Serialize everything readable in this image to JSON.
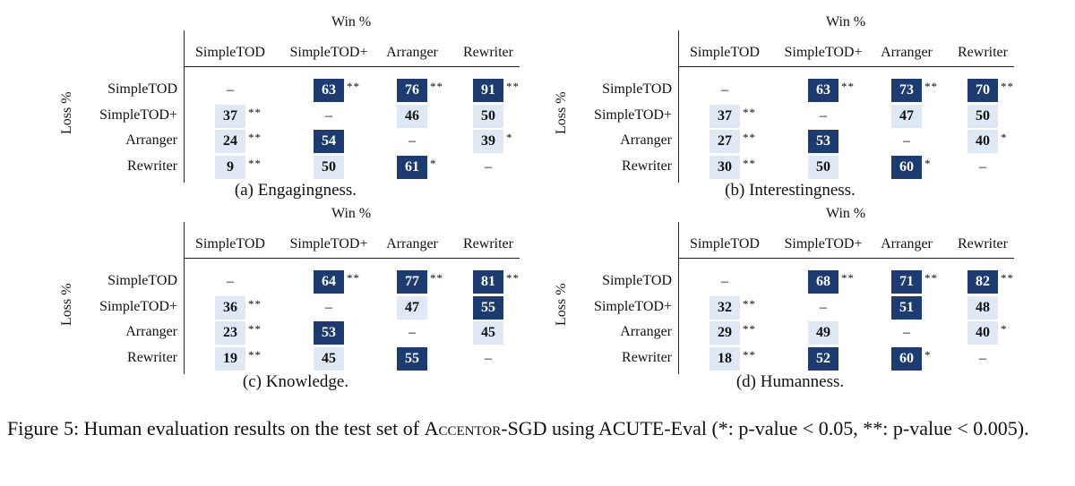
{
  "columns": [
    "SimpleTOD",
    "SimpleTOD+",
    "Arranger",
    "Rewriter"
  ],
  "rows": [
    "SimpleTOD",
    "SimpleTOD+",
    "Arranger",
    "Rewriter"
  ],
  "win_label": "Win %",
  "loss_label": "Loss %",
  "panels": [
    {
      "caption": "(a) Engagingness.",
      "cells": [
        [
          {
            "v": "–",
            "s": "",
            "c": "none"
          },
          {
            "v": "63",
            "s": "**",
            "c": "dark"
          },
          {
            "v": "76",
            "s": "**",
            "c": "dark"
          },
          {
            "v": "91",
            "s": "**",
            "c": "dark"
          }
        ],
        [
          {
            "v": "37",
            "s": "**",
            "c": "light"
          },
          {
            "v": "–",
            "s": "",
            "c": "none"
          },
          {
            "v": "46",
            "s": "",
            "c": "light"
          },
          {
            "v": "50",
            "s": "",
            "c": "light"
          }
        ],
        [
          {
            "v": "24",
            "s": "**",
            "c": "light"
          },
          {
            "v": "54",
            "s": "",
            "c": "dark"
          },
          {
            "v": "–",
            "s": "",
            "c": "none"
          },
          {
            "v": "39",
            "s": "*",
            "c": "light"
          }
        ],
        [
          {
            "v": "9",
            "s": "**",
            "c": "light"
          },
          {
            "v": "50",
            "s": "",
            "c": "light"
          },
          {
            "v": "61",
            "s": "*",
            "c": "dark"
          },
          {
            "v": "–",
            "s": "",
            "c": "none"
          }
        ]
      ]
    },
    {
      "caption": "(b) Interestingness.",
      "cells": [
        [
          {
            "v": "–",
            "s": "",
            "c": "none"
          },
          {
            "v": "63",
            "s": "**",
            "c": "dark"
          },
          {
            "v": "73",
            "s": "**",
            "c": "dark"
          },
          {
            "v": "70",
            "s": "**",
            "c": "dark"
          }
        ],
        [
          {
            "v": "37",
            "s": "**",
            "c": "light"
          },
          {
            "v": "–",
            "s": "",
            "c": "none"
          },
          {
            "v": "47",
            "s": "",
            "c": "light"
          },
          {
            "v": "50",
            "s": "",
            "c": "light"
          }
        ],
        [
          {
            "v": "27",
            "s": "**",
            "c": "light"
          },
          {
            "v": "53",
            "s": "",
            "c": "dark"
          },
          {
            "v": "–",
            "s": "",
            "c": "none"
          },
          {
            "v": "40",
            "s": "*",
            "c": "light"
          }
        ],
        [
          {
            "v": "30",
            "s": "**",
            "c": "light"
          },
          {
            "v": "50",
            "s": "",
            "c": "light"
          },
          {
            "v": "60",
            "s": "*",
            "c": "dark"
          },
          {
            "v": "–",
            "s": "",
            "c": "none"
          }
        ]
      ]
    },
    {
      "caption": "(c) Knowledge.",
      "cells": [
        [
          {
            "v": "–",
            "s": "",
            "c": "none"
          },
          {
            "v": "64",
            "s": "**",
            "c": "dark"
          },
          {
            "v": "77",
            "s": "**",
            "c": "dark"
          },
          {
            "v": "81",
            "s": "**",
            "c": "dark"
          }
        ],
        [
          {
            "v": "36",
            "s": "**",
            "c": "light"
          },
          {
            "v": "–",
            "s": "",
            "c": "none"
          },
          {
            "v": "47",
            "s": "",
            "c": "light"
          },
          {
            "v": "55",
            "s": "",
            "c": "dark"
          }
        ],
        [
          {
            "v": "23",
            "s": "**",
            "c": "light"
          },
          {
            "v": "53",
            "s": "",
            "c": "dark"
          },
          {
            "v": "–",
            "s": "",
            "c": "none"
          },
          {
            "v": "45",
            "s": "",
            "c": "light"
          }
        ],
        [
          {
            "v": "19",
            "s": "**",
            "c": "light"
          },
          {
            "v": "45",
            "s": "",
            "c": "light"
          },
          {
            "v": "55",
            "s": "",
            "c": "dark"
          },
          {
            "v": "–",
            "s": "",
            "c": "none"
          }
        ]
      ]
    },
    {
      "caption": "(d) Humanness.",
      "cells": [
        [
          {
            "v": "–",
            "s": "",
            "c": "none"
          },
          {
            "v": "68",
            "s": "**",
            "c": "dark"
          },
          {
            "v": "71",
            "s": "**",
            "c": "dark"
          },
          {
            "v": "82",
            "s": "**",
            "c": "dark"
          }
        ],
        [
          {
            "v": "32",
            "s": "**",
            "c": "light"
          },
          {
            "v": "–",
            "s": "",
            "c": "none"
          },
          {
            "v": "51",
            "s": "",
            "c": "dark"
          },
          {
            "v": "48",
            "s": "",
            "c": "light"
          }
        ],
        [
          {
            "v": "29",
            "s": "**",
            "c": "light"
          },
          {
            "v": "49",
            "s": "",
            "c": "light"
          },
          {
            "v": "–",
            "s": "",
            "c": "none"
          },
          {
            "v": "40",
            "s": "*",
            "c": "light"
          }
        ],
        [
          {
            "v": "18",
            "s": "**",
            "c": "light"
          },
          {
            "v": "52",
            "s": "",
            "c": "dark"
          },
          {
            "v": "60",
            "s": "*",
            "c": "dark"
          },
          {
            "v": "–",
            "s": "",
            "c": "none"
          }
        ]
      ]
    }
  ],
  "figure_caption": {
    "prefix": "Figure 5: Human evaluation results on the test set of ",
    "dataset": "Accentor",
    "suffix": "-SGD using ACUTE-Eval (*: p-value < 0.05, **: p-value < 0.005)."
  },
  "colors": {
    "dark": "#1c3b71",
    "light": "#dfe9f6"
  }
}
